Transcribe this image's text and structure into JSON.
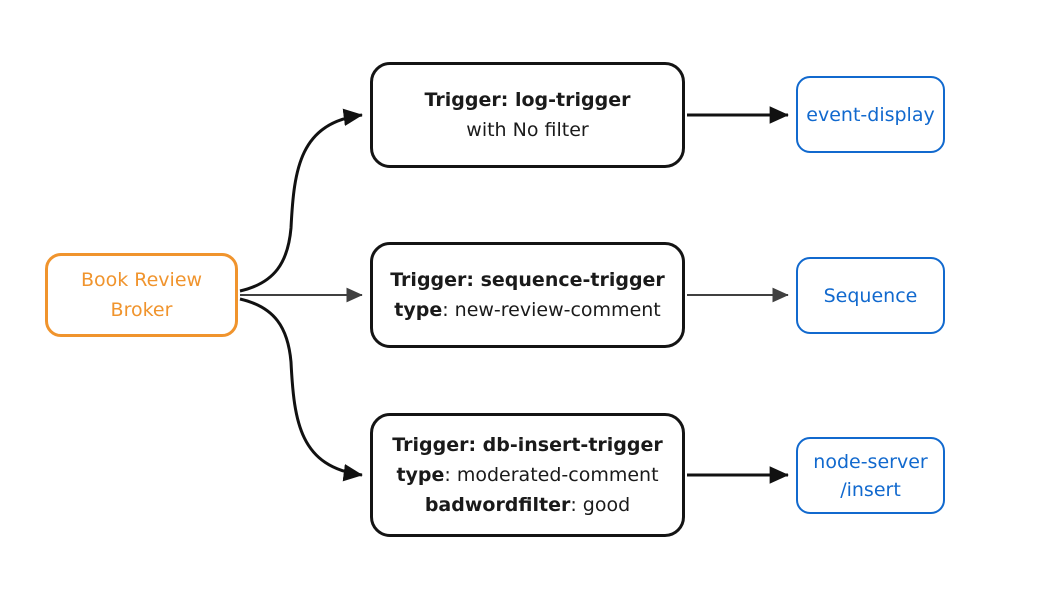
{
  "colors": {
    "broker_orange": "#F0942D",
    "sink_blue": "#1169CE",
    "edge_black": "#111111",
    "edge_gray": "#404040",
    "node_border_black": "#141414",
    "text_black": "#1A1A1A",
    "background": "#FFFFFF"
  },
  "broker": {
    "line1": "Book Review",
    "line2": "Broker"
  },
  "triggers": [
    {
      "title": "Trigger: log-trigger",
      "line2_bold": "",
      "line2_rest": "with No filter"
    },
    {
      "title": "Trigger: sequence-trigger",
      "line2_bold": "type",
      "line2_rest": ": new-review-comment"
    },
    {
      "title": "Trigger: db-insert-trigger",
      "line2_bold": "type",
      "line2_rest": ": moderated-comment",
      "line3_bold": "badwordfilter",
      "line3_rest": ": good"
    }
  ],
  "sinks": [
    {
      "label": "event-display"
    },
    {
      "label": "Sequence"
    },
    {
      "line1": "node-server",
      "line2": "/insert"
    }
  ]
}
